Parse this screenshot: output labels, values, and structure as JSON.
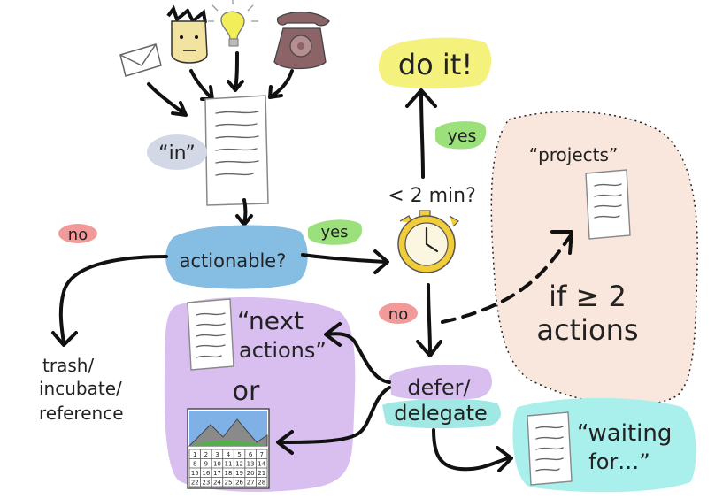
{
  "nodes": {
    "in": "“in”",
    "actionable": "actionable?",
    "yes_actionable": "yes",
    "no_actionable": "no",
    "two_min": "< 2 min?",
    "yes_two_min": "yes",
    "no_two_min": "no",
    "do_it": "do it!",
    "projects": "“projects”",
    "if_two": "if ≥ 2",
    "actions": "actions",
    "trash_1": "trash/",
    "trash_2": "incubate/",
    "trash_3": "reference",
    "next_actions_1": "“next",
    "next_actions_2": "actions”",
    "or": "or",
    "defer": "defer/",
    "delegate": "delegate",
    "waiting_1": "“waiting",
    "waiting_2": "for…”"
  },
  "calendar_numbers": [
    "1",
    "2",
    "3",
    "4",
    "5",
    "6",
    "7",
    "8",
    "9",
    "10",
    "11",
    "12",
    "13",
    "14",
    "15",
    "16",
    "17",
    "18",
    "19",
    "20",
    "21",
    "22",
    "23",
    "24",
    "25",
    "26",
    "27",
    "28"
  ],
  "colors": {
    "in_blob": "#d3d8e6",
    "actionable_blob": "#86bde3",
    "yes_blob": "#9be07a",
    "no_blob": "#f29a9a",
    "doit_blob": "#f4f27c",
    "projects_blob": "#f9e6dc",
    "next_actions_blob": "#d8bff0",
    "defer_blob": "#d8bff0",
    "delegate_blob": "#9fe8e4",
    "waiting_blob": "#a9f0ec",
    "clock_gold": "#f2cd3a"
  }
}
